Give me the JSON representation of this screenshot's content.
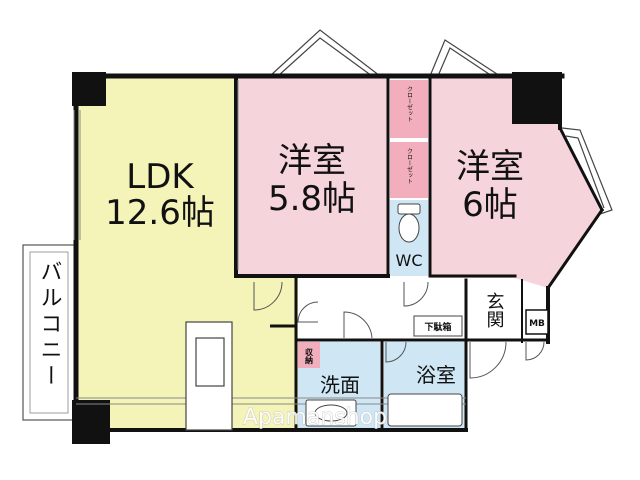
{
  "rooms": {
    "ldk": {
      "name": "LDK",
      "size": "12.6帖",
      "color": "#f4f3b8"
    },
    "western1": {
      "name": "洋室",
      "size": "5.8帖",
      "color": "#f6d4dc"
    },
    "western2": {
      "name": "洋室",
      "size": "6帖",
      "color": "#f6d4dc"
    },
    "wc": {
      "name": "WC",
      "color": "#cfe6f5"
    },
    "washroom": {
      "name": "洗面",
      "color": "#cfe6f5"
    },
    "bathroom": {
      "name": "浴室",
      "color": "#cfe6f5"
    },
    "entrance": {
      "name": "玄関",
      "color": "#ffffff"
    },
    "balcony": {
      "name": "バルコニー"
    }
  },
  "closet_label": "クローゼット",
  "shoe_box_label": "下駄箱",
  "storage_label": "収納",
  "mb_label": "MB",
  "watermark": "Apamanshop",
  "colors": {
    "wall": "#111111",
    "closet": "#f2aebd"
  }
}
